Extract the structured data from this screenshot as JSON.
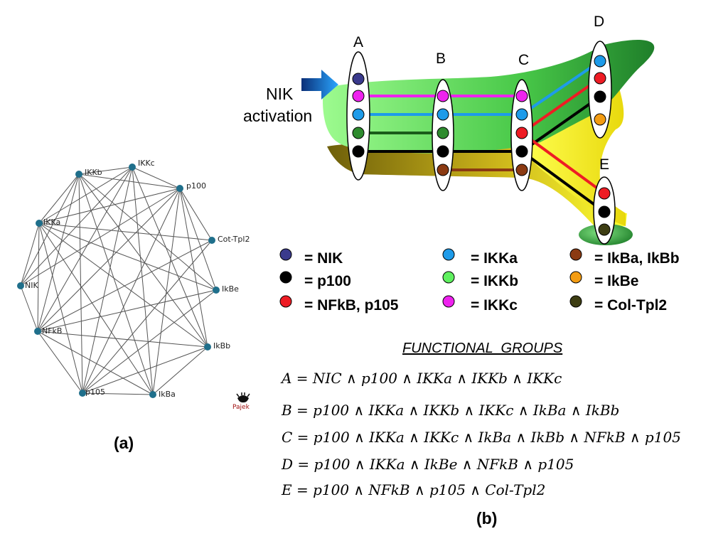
{
  "network": {
    "nodes": [
      "IKKb",
      "IKKc",
      "p100",
      "Cot-Tpl2",
      "IkBe",
      "IkBb",
      "IkBa",
      "p105",
      "NFkB",
      "NIK",
      "IKKa"
    ],
    "edges": [
      [
        "IKKb",
        "IKKc"
      ],
      [
        "IKKb",
        "p100"
      ],
      [
        "IKKb",
        "IKKa"
      ],
      [
        "IKKb",
        "NIK"
      ],
      [
        "IKKb",
        "NFkB"
      ],
      [
        "IKKb",
        "p105"
      ],
      [
        "IKKb",
        "IkBa"
      ],
      [
        "IKKb",
        "IkBb"
      ],
      [
        "IKKb",
        "IkBe"
      ],
      [
        "IKKc",
        "p100"
      ],
      [
        "IKKc",
        "IKKa"
      ],
      [
        "IKKc",
        "NIK"
      ],
      [
        "IKKc",
        "NFkB"
      ],
      [
        "IKKc",
        "p105"
      ],
      [
        "IKKc",
        "IkBa"
      ],
      [
        "IKKc",
        "IkBb"
      ],
      [
        "p100",
        "IKKa"
      ],
      [
        "p100",
        "NIK"
      ],
      [
        "p100",
        "NFkB"
      ],
      [
        "p100",
        "p105"
      ],
      [
        "p100",
        "IkBa"
      ],
      [
        "p100",
        "IkBb"
      ],
      [
        "p100",
        "IkBe"
      ],
      [
        "p100",
        "Cot-Tpl2"
      ],
      [
        "IKKa",
        "NIK"
      ],
      [
        "IKKa",
        "NFkB"
      ],
      [
        "IKKa",
        "p105"
      ],
      [
        "IKKa",
        "IkBa"
      ],
      [
        "IKKa",
        "IkBb"
      ],
      [
        "IKKa",
        "IkBe"
      ],
      [
        "IKKa",
        "Cot-Tpl2"
      ],
      [
        "NIK",
        "NFkB"
      ],
      [
        "NFkB",
        "p105"
      ],
      [
        "NFkB",
        "IkBa"
      ],
      [
        "NFkB",
        "IkBb"
      ],
      [
        "NFkB",
        "IkBe"
      ],
      [
        "NFkB",
        "Cot-Tpl2"
      ],
      [
        "p105",
        "IkBa"
      ],
      [
        "p105",
        "IkBb"
      ],
      [
        "p105",
        "IkBe"
      ],
      [
        "p105",
        "Cot-Tpl2"
      ],
      [
        "IkBa",
        "IkBb"
      ]
    ],
    "watermark": "Pajek"
  },
  "panel_labels": {
    "a": "(a)",
    "b": "(b)"
  },
  "nik_activation": {
    "line1": "NIK",
    "line2": "activation"
  },
  "groups": [
    {
      "letter": "A",
      "dots": [
        "NIK",
        "IKKc",
        "IKKa",
        "IKKb",
        "p100"
      ]
    },
    {
      "letter": "B",
      "dots": [
        "IKKc",
        "IKKa",
        "IKKb",
        "p100",
        "IkBa_IkBb"
      ]
    },
    {
      "letter": "C",
      "dots": [
        "IKKc",
        "IKKa",
        "NFkB_p105",
        "p100",
        "IkBa_IkBb"
      ]
    },
    {
      "letter": "D",
      "dots": [
        "IKKa",
        "NFkB_p105",
        "p100",
        "IkBe"
      ]
    },
    {
      "letter": "E",
      "dots": [
        "NFkB_p105",
        "p100",
        "Cot_Tpl2"
      ]
    }
  ],
  "legend": [
    {
      "key": "NIK",
      "label": "= NIK",
      "color": "#3a3a8c"
    },
    {
      "key": "p100",
      "label": "= p100",
      "color": "#000000"
    },
    {
      "key": "NFkB_p105",
      "label": "= NFkB, p105",
      "color": "#ee1c24"
    },
    {
      "key": "IKKa",
      "label": "= IKKa",
      "color": "#1e9be9"
    },
    {
      "key": "IKKb",
      "label": "= IKKb",
      "color": "#5ff05f"
    },
    {
      "key": "IKKc",
      "label": "= IKKc",
      "color": "#ee22ee"
    },
    {
      "key": "IkBa_IkBb",
      "label": "= IkBa, IkBb",
      "color": "#8b3a12"
    },
    {
      "key": "IkBe",
      "label": "= IkBe",
      "color": "#f39c12"
    },
    {
      "key": "Cot_Tpl2",
      "label": "= Col-Tpl2",
      "color": "#3d3d12"
    }
  ],
  "functional_groups_title": "FUNCTIONAL  GROUPS",
  "equations": [
    "A = NIC ∧ p100 ∧ IKKa ∧ IKKb ∧ IKKc",
    "B = p100 ∧ IKKa ∧ IKKb ∧ IKKc ∧ IkBa ∧ IkBb",
    "C = p100 ∧ IKKa ∧ IKKc ∧ IkBa ∧ IkBb ∧ NFkB ∧ p105",
    "D = p100 ∧ IKKa ∧ IkBe ∧ NFkB ∧ p105",
    "E = p100 ∧ NFkB ∧ p105 ∧ Col-Tpl2"
  ],
  "colors": {
    "band_green": "#3fbf3f",
    "band_yellow": "#ffff33",
    "band_olive": "#6b5a0c",
    "arrow_blue": "#1a8ee8",
    "network_node": "#1f6f8b"
  }
}
